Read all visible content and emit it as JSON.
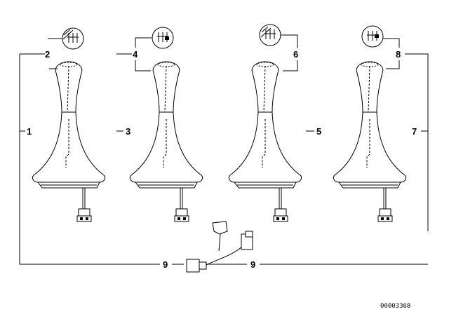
{
  "diagram": {
    "callouts": [
      "2",
      "4",
      "6",
      "8",
      "1",
      "3",
      "5",
      "7",
      "9",
      "9"
    ],
    "image_code": "00003368"
  }
}
